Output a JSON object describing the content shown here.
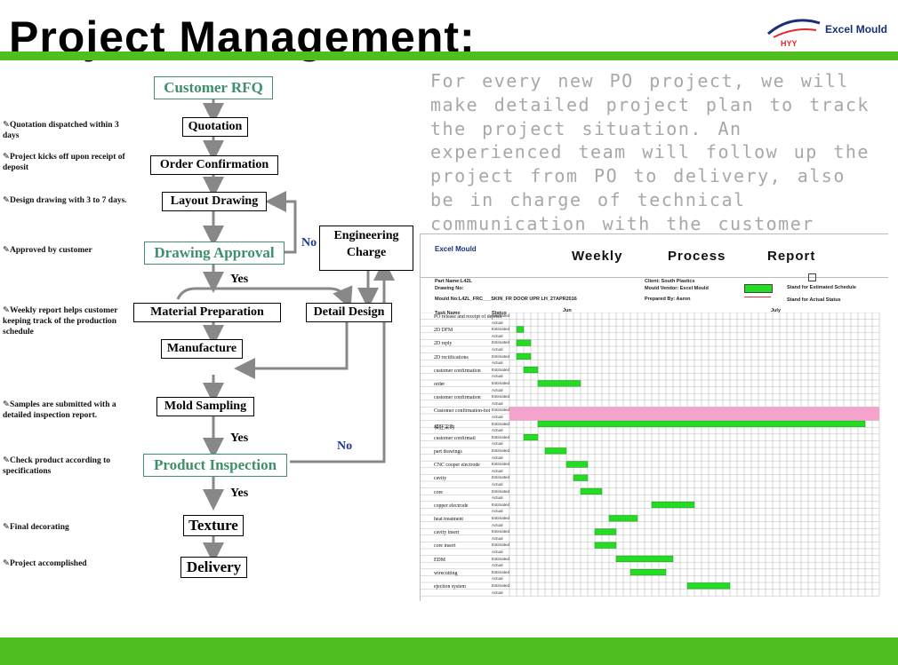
{
  "header": {
    "title": "Project Management:",
    "logo_text": "Excel Mould",
    "logo_mark": "HYY"
  },
  "colors": {
    "accent_green": "#4fbf1f",
    "node_green": "#3e8f6a",
    "link_blue": "#1f3a8f",
    "gantt_green": "#22dd22",
    "gantt_pink": "#f4a3cc"
  },
  "flow": {
    "nodes": {
      "rfq": "Customer RFQ",
      "quotation": "Quotation",
      "order": "Order Confirmation",
      "layout": "Layout Drawing",
      "approval": "Drawing Approval",
      "engineering_1": "Engineering",
      "engineering_2": "Charge",
      "material": "Material Preparation",
      "detail": "Detail Design",
      "manufacture": "Manufacture",
      "sampling": "Mold Sampling",
      "inspection": "Product Inspection",
      "texture": "Texture",
      "delivery": "Delivery"
    },
    "labels": {
      "no_1": "No",
      "yes_1": "Yes",
      "yes_2": "Yes",
      "no_2": "No",
      "yes_3": "Yes"
    }
  },
  "notes": {
    "n1": "Quotation dispatched within 3 days",
    "n2": "Project kicks off upon receipt of deposit",
    "n3": "Design drawing with 3 to 7 days.",
    "n4": "Approved by customer",
    "n5": "Weekly report helps customer keeping track of the production schedule",
    "n6": "Samples are submitted with a detailed inspection report.",
    "n7": "Check product according to specifications",
    "n8": "Final decorating",
    "n9": "Project accomplished"
  },
  "description": "For every new PO project, we will make detailed project plan to track the project situation. An experienced team will follow up the project from PO to delivery, also be in charge of technical communication with the customer directly. During the",
  "report": {
    "logo": "Excel Mould",
    "title_words": [
      "Weekly",
      "Process",
      "Report"
    ],
    "part_name": "Part Name:L42L",
    "drawing_no": "Drawing No:",
    "mould_no": "Mould No:L42L_FRC___SKIN_FR DOOR UPR LH_27APR2016",
    "client": "Client: South Plastics",
    "vendor": "Mould Vendor: Excel Mould",
    "prepared": "Prepared By: Aaron",
    "legend_est": "Stand for Estimated Schedule",
    "legend_act": "Stand for Actual Status",
    "task_header": "Task Name",
    "status_header": "Status",
    "month_1": "Jun",
    "month_2": "July",
    "status_est": "Estimated",
    "status_act": "Actual",
    "tasks": [
      "PO release and receipt of deposit",
      "2D DFM",
      "2D reply",
      "2D rectifications",
      "customer confirmation",
      "order",
      "customer confirmation",
      "Customer confirmation-hot",
      "模胚采购",
      "customer confirmati",
      "part drawings",
      "CNC cooper electrode",
      "cavity",
      "core",
      "copper electrode",
      "heat treatment",
      "cavity insert",
      "core insert",
      "EDM",
      "wirecutting",
      "ejection system"
    ]
  }
}
